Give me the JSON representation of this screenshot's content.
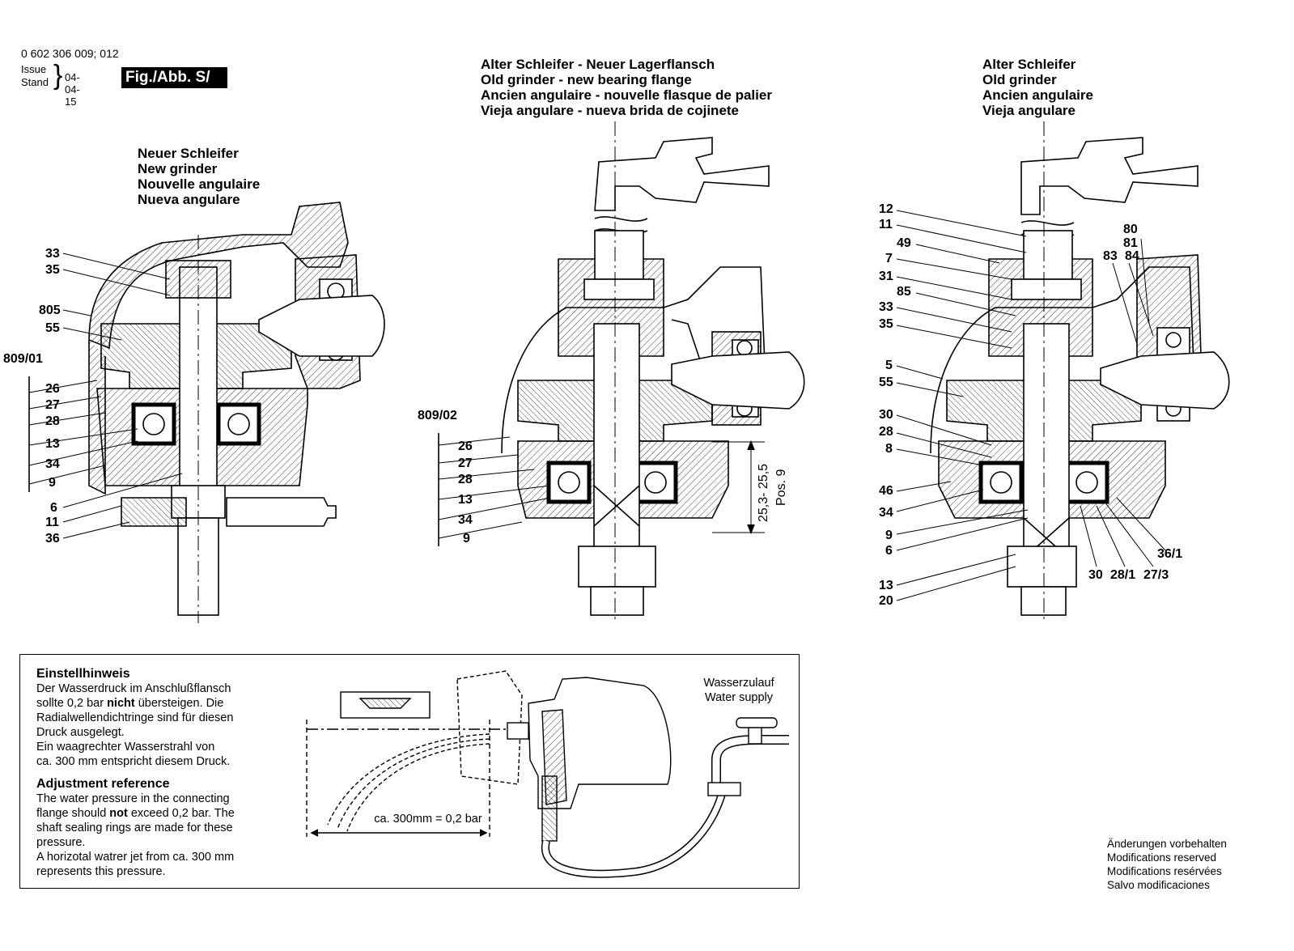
{
  "header": {
    "doc_number": "0 602 306 009; 012",
    "issue_label": "Issue",
    "stand_label": "Stand",
    "date": "04-04-15",
    "fig_label": "Fig./Abb. S/"
  },
  "panel_left": {
    "title_lines": [
      "Neuer Schleifer",
      "New grinder",
      "Nouvelle angulaire",
      "Nueva angulare"
    ],
    "group_label": "809/01",
    "callouts": [
      "33",
      "35",
      "805",
      "55",
      "26",
      "27",
      "28",
      "13",
      "34",
      "9",
      "6",
      "11",
      "36"
    ]
  },
  "panel_middle": {
    "title_lines": [
      "Alter Schleifer - Neuer Lagerflansch",
      "Old grinder - new bearing flange",
      "Ancien angulaire - nouvelle flasque de palier",
      "Vieja angulare - nueva brida de cojinete"
    ],
    "group_label": "809/02",
    "callouts": [
      "26",
      "27",
      "28",
      "13",
      "34",
      "9"
    ],
    "dimension": "25,3- 25,5",
    "dimension_ref": "Pos. 9"
  },
  "panel_right": {
    "title_lines": [
      "Alter Schleifer",
      "Old grinder",
      "Ancien angulaire",
      "Vieja angulare"
    ],
    "callouts_left": [
      "12",
      "11",
      "49",
      "7",
      "31",
      "85",
      "33",
      "35",
      "5",
      "55",
      "30",
      "28",
      "8",
      "46",
      "34",
      "9",
      "6",
      "13",
      "20"
    ],
    "callouts_top": [
      "80",
      "81",
      "83",
      "84"
    ],
    "callouts_bottom": [
      "36/1",
      "30",
      "28/1",
      "27/3"
    ]
  },
  "note": {
    "de_heading": "Einstellhinweis",
    "de_text_1": "Der Wasserdruck im Anschlußflansch",
    "de_text_2a": "sollte 0,2 bar ",
    "de_text_2b": "nicht",
    "de_text_2c": " übersteigen. Die",
    "de_text_3": "Radialwellendichtringe sind für diesen",
    "de_text_4": "Druck ausgelegt.",
    "de_text_5": "Ein waagrechter Wasserstrahl von",
    "de_text_6": "ca. 300 mm entspricht diesem Druck.",
    "en_heading": "Adjustment reference",
    "en_text_1": "The water pressure in the connecting",
    "en_text_2a": "flange should ",
    "en_text_2b": "not",
    "en_text_2c": " exceed 0,2 bar. The",
    "en_text_3": "shaft sealing rings are made for these",
    "en_text_4": "pressure.",
    "en_text_5": "A horizotal watrer jet from ca. 300 mm",
    "en_text_6": "represents this pressure.",
    "distance_label": "ca. 300mm = 0,2 bar",
    "water_supply_de": "Wasserzulauf",
    "water_supply_en": "Water supply"
  },
  "footer": {
    "lines": [
      "Änderungen vorbehalten",
      "Modifications reserved",
      "Modifications resérvées",
      "Salvo modificaciones"
    ]
  }
}
